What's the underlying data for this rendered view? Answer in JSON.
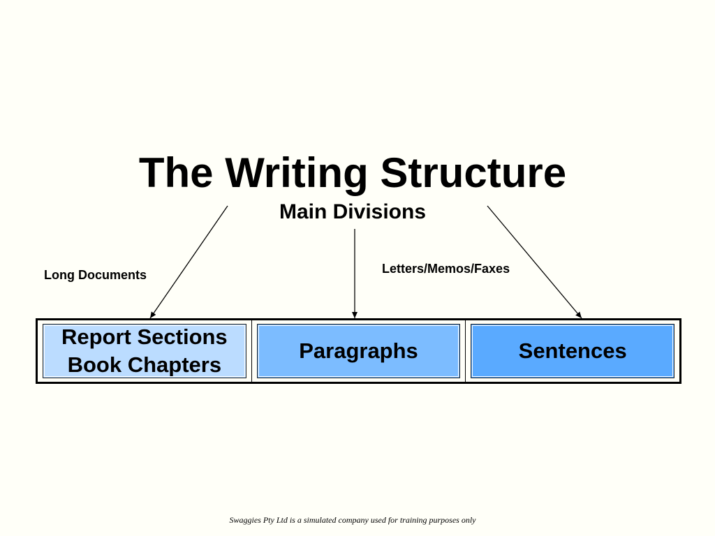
{
  "title": "The Writing Structure",
  "subtitle": "Main Divisions",
  "labels": {
    "long_documents": "Long Documents",
    "letters_memos_faxes": "Letters/Memos/Faxes"
  },
  "divisions": [
    {
      "lines": [
        "Report Sections",
        "Book Chapters"
      ],
      "color": "#bbdcff"
    },
    {
      "lines": [
        "Paragraphs"
      ],
      "color": "#7cbcff"
    },
    {
      "lines": [
        "Sentences"
      ],
      "color": "#5aaaff"
    }
  ],
  "footer": "Swaggies Pty Ltd is a simulated company used for training purposes only"
}
